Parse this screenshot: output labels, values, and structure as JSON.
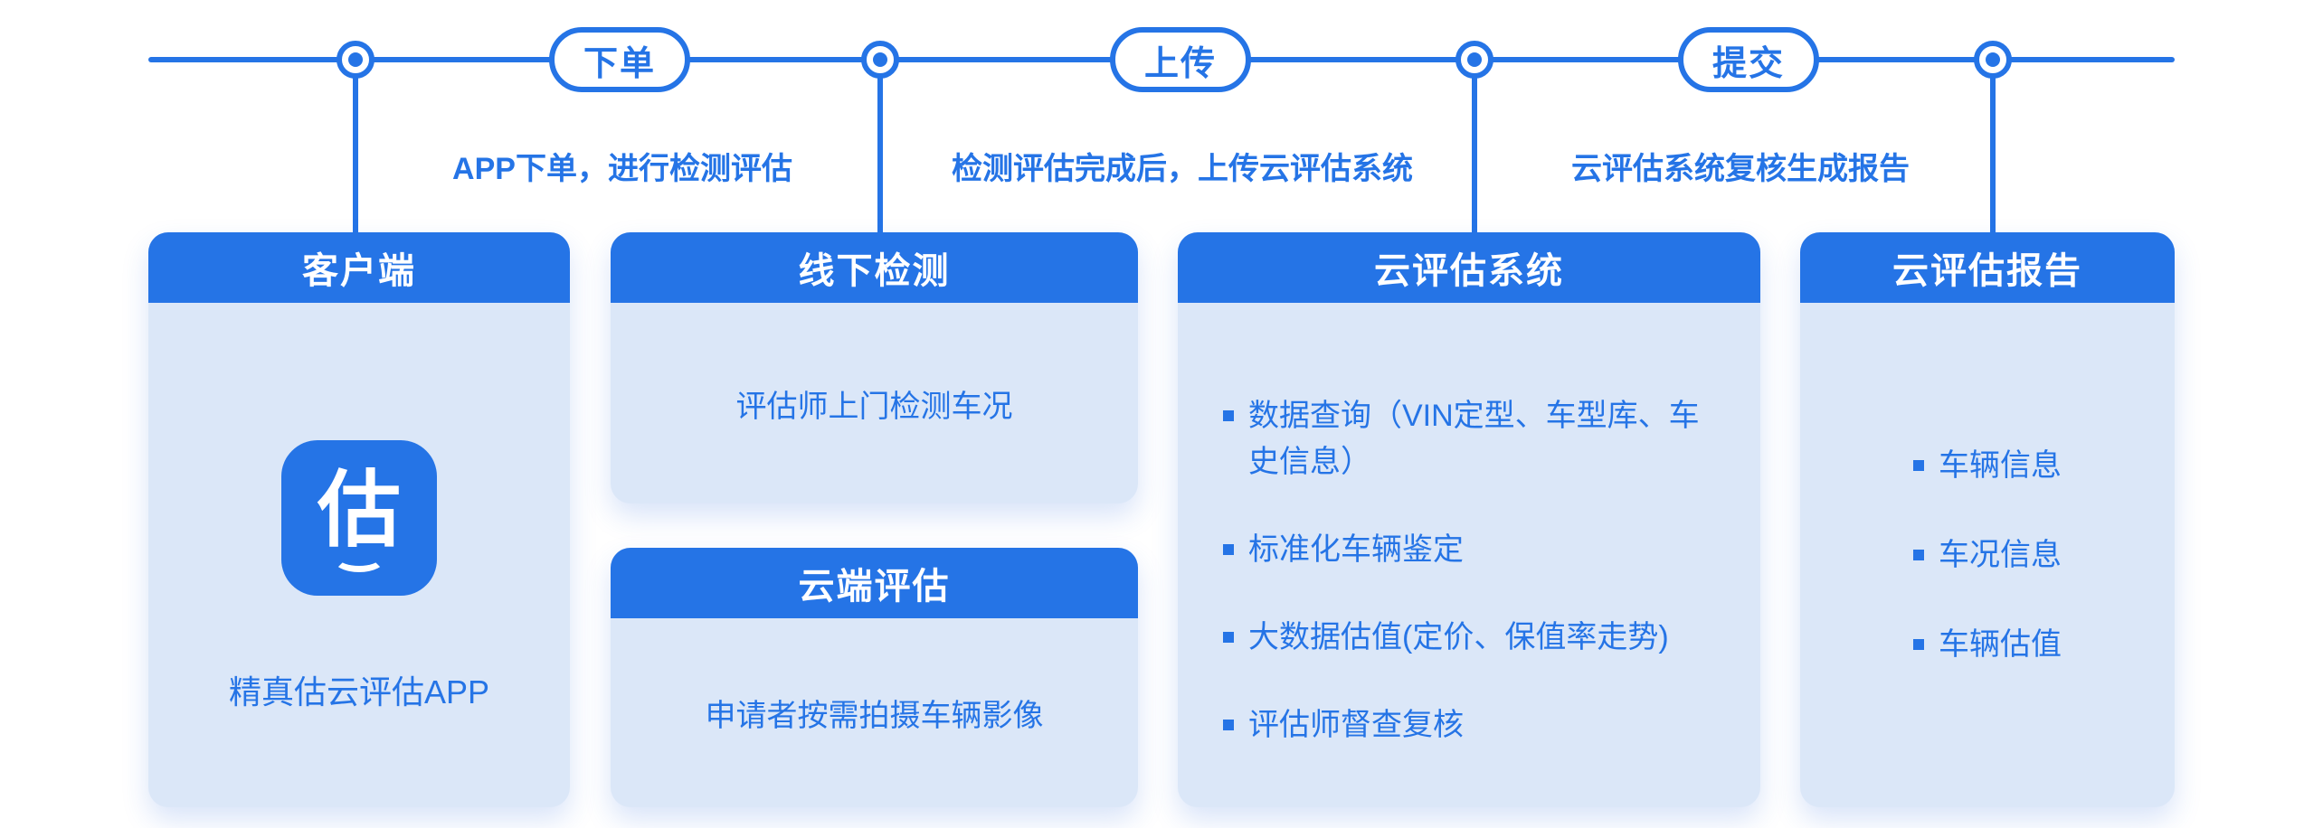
{
  "colors": {
    "primary_blue": "#2574E6",
    "card_body_blue": "#DBE7F8",
    "header_text": "#FFFFFF",
    "background": "#FFFFFF"
  },
  "timeline": {
    "milestones": [
      {
        "label": "下单"
      },
      {
        "label": "上传"
      },
      {
        "label": "提交"
      }
    ],
    "descriptions": [
      "APP下单，进行检测评估",
      "检测评估完成后，上传云评估系统",
      "云评估系统复核生成报告"
    ]
  },
  "cards": [
    {
      "title": "客户端",
      "icon_glyph": "估",
      "caption": "精真估云评估APP"
    },
    {
      "title": "线下检测",
      "body": "评估师上门检测车况"
    },
    {
      "title": "云端评估",
      "body": "申请者按需拍摄车辆影像"
    },
    {
      "title": "云评估系统",
      "bullets": [
        "数据查询（VIN定型、车型库、车史信息）",
        "标准化车辆鉴定",
        "大数据估值(定价、保值率走势)",
        "评估师督查复核"
      ]
    },
    {
      "title": "云评估报告",
      "bullets": [
        "车辆信息",
        "车况信息",
        "车辆估值"
      ]
    }
  ]
}
